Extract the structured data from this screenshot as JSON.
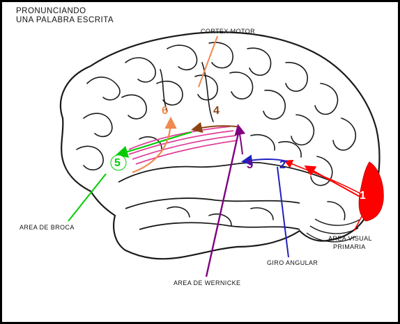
{
  "title": {
    "line1": "PRONUNCIANDO",
    "line2": "UNA PALABRA ESCRITA"
  },
  "labels": {
    "cortex_motor": "CORTEX MOTOR",
    "area_broca": "AREA DE BROCA",
    "area_visual_line1": "AREA VISUAL",
    "area_visual_line2": "PRIMARIA",
    "giro_angular": "GIRO ANGULAR",
    "area_wernicke": "AREA DE WERNICKE"
  },
  "steps": [
    "1",
    "2",
    "3",
    "4",
    "5",
    "6"
  ],
  "colors": {
    "border": "#000000",
    "visual": "#ff0000",
    "angular": "#2020c0",
    "wernicke": "#800080",
    "arcuate": "#8b4513",
    "broca": "#00cc00",
    "motor": "#f08a50",
    "fibers": "#e0409a"
  }
}
